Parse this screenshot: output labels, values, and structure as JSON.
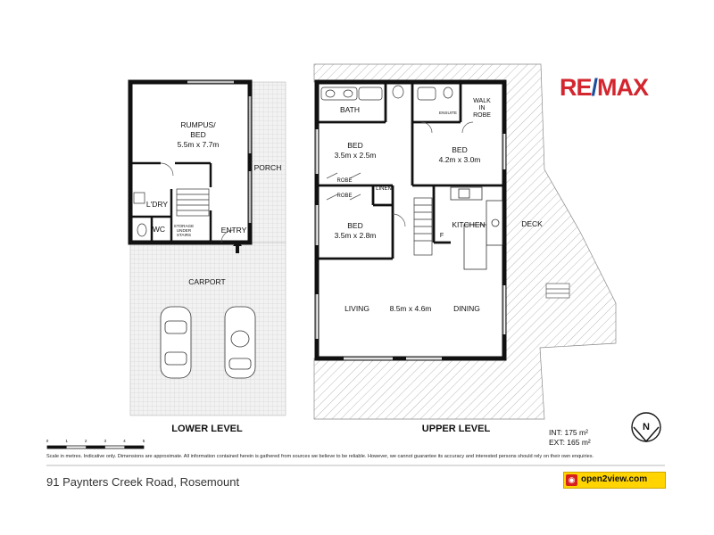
{
  "brand": {
    "name_left": "RE",
    "slash": "/",
    "name_right": "MAX"
  },
  "lower_level": {
    "title": "LOWER LEVEL",
    "rooms": {
      "rumpus": {
        "name": "RUMPUS/",
        "name2": "BED",
        "dims": "5.5m x 7.7m"
      },
      "porch": "PORCH",
      "laundry": "L'DRY",
      "wc": "WC",
      "storage": {
        "line1": "STORAGE",
        "line2": "UNDER",
        "line3": "STAIRS"
      },
      "entry": "ENTRY",
      "carport": "CARPORT"
    }
  },
  "upper_level": {
    "title": "UPPER LEVEL",
    "rooms": {
      "bath": "BATH",
      "ensuite": "ENSUITE",
      "walk_in_robe": {
        "line1": "WALK",
        "line2": "IN",
        "line3": "ROBE"
      },
      "bed1": {
        "name": "BED",
        "dims": "3.5m x 2.5m"
      },
      "bed2": {
        "name": "BED",
        "dims": "4.2m x 3.0m"
      },
      "bed3": {
        "name": "BED",
        "dims": "3.5m x 2.8m"
      },
      "robe1": "ROBE",
      "robe2": "ROBE",
      "linen": "LINEN",
      "kitchen": "KITCHEN",
      "fridge": "F",
      "deck": "DECK",
      "living": "LIVING",
      "living_dims": "8.5m x 4.6m",
      "dining": "DINING"
    }
  },
  "scale": {
    "ticks": [
      "0",
      "1",
      "2",
      "3",
      "4",
      "5"
    ]
  },
  "compass_label": "N",
  "areas": {
    "internal": "INT: 175 m²",
    "external": "EXT: 165 m²"
  },
  "disclaimer": "Scale in metres. Indicative only. Dimensions are approximate. All information contained herein is gathered from sources we believe to be reliable. However, we cannot guarantee its accuracy and interested persons should rely on their own enquiries.",
  "address": "91 Paynters Creek Road, Rosemount",
  "open2view": {
    "label": "open2view.com"
  }
}
